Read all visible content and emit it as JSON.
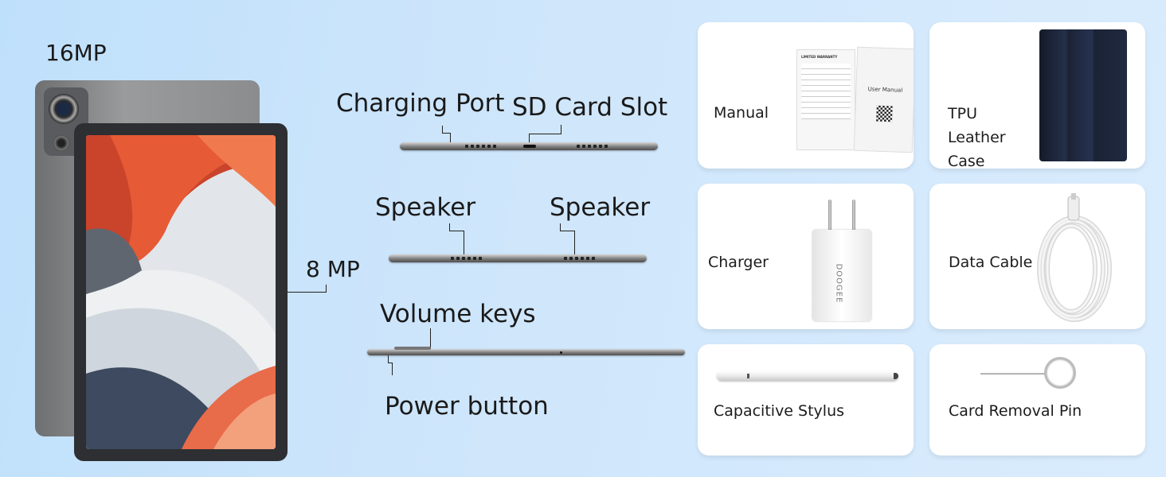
{
  "left": {
    "rear_camera": "16MP",
    "front_camera": "8 MP"
  },
  "ports": {
    "charging_port": "Charging Port",
    "sd_card_slot": "SD Card Slot",
    "speaker_left": "Speaker",
    "speaker_right": "Speaker",
    "volume_keys": "Volume keys",
    "power_button": "Power button"
  },
  "accessories": [
    {
      "name": "Manual"
    },
    {
      "name": "TPU Leather Case"
    },
    {
      "name": "Charger"
    },
    {
      "name": "Data Cable"
    },
    {
      "name": "Capacitive Stylus"
    },
    {
      "name": "Card Removal Pin"
    }
  ],
  "manual_pages": {
    "warranty_title": "LIMITED WARRANTY",
    "user_manual": "User Manual"
  },
  "brand": "DOOGEE",
  "colors": {
    "background": "#cfe6fb",
    "tablet_frame": "#3a3b3e",
    "case": "#1d2538"
  }
}
